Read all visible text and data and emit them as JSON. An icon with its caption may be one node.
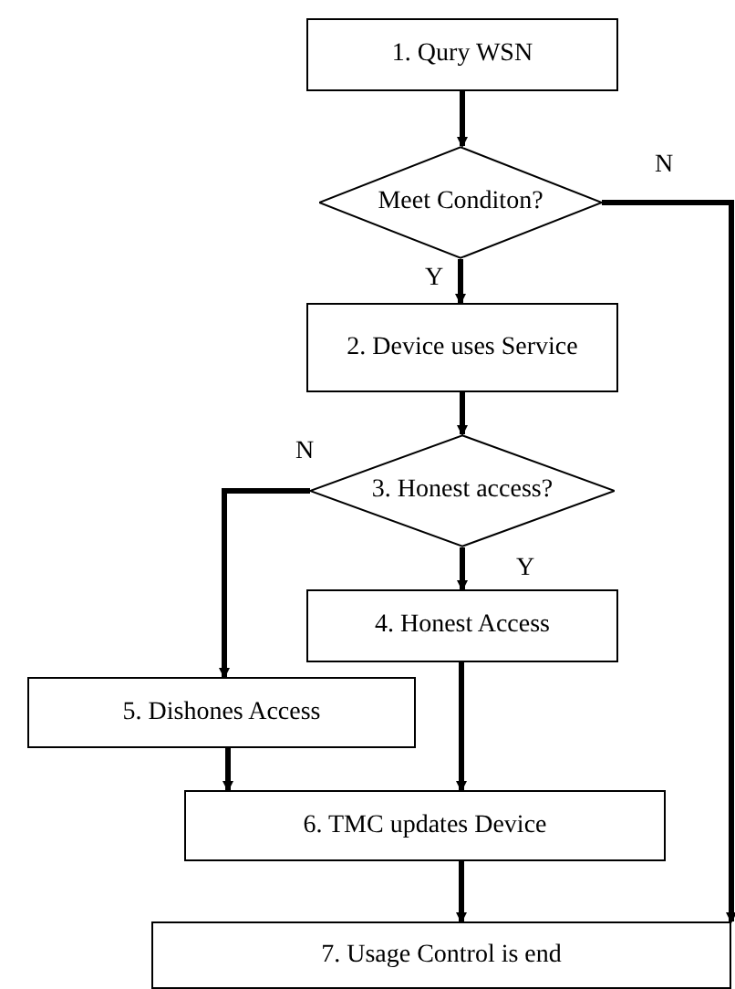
{
  "diagram": {
    "nodes": [
      {
        "text": [
          "1. Qury WSN"
        ]
      },
      {
        "text": [
          "Meet Conditon?"
        ]
      },
      {
        "text": [
          "2. Device uses Service"
        ]
      },
      {
        "text": [
          "3. Honest access?"
        ]
      },
      {
        "text": [
          "4. Honest Access"
        ]
      },
      {
        "text": [
          "5. Dishones Access"
        ]
      },
      {
        "text": [
          "6. TMC updates Device"
        ]
      },
      {
        "text": [
          "7. Usage Control is end"
        ]
      }
    ],
    "edges": [
      {
        "from": 0,
        "to": 1,
        "arrow": "to"
      },
      {
        "from": 1,
        "to": 2,
        "arrow": "to",
        "label": "Y"
      },
      {
        "from": 1,
        "to": 7,
        "arrow": "to",
        "label": "N"
      },
      {
        "from": 2,
        "to": 3,
        "arrow": "to"
      },
      {
        "from": 3,
        "to": 4,
        "arrow": "to",
        "label": "Y"
      },
      {
        "from": 3,
        "to": 5,
        "arrow": "to",
        "label": "N"
      },
      {
        "from": 4,
        "to": 6,
        "arrow": "to"
      },
      {
        "from": 5,
        "to": 6,
        "arrow": "to"
      },
      {
        "from": 6,
        "to": 7,
        "arrow": "to"
      }
    ]
  }
}
